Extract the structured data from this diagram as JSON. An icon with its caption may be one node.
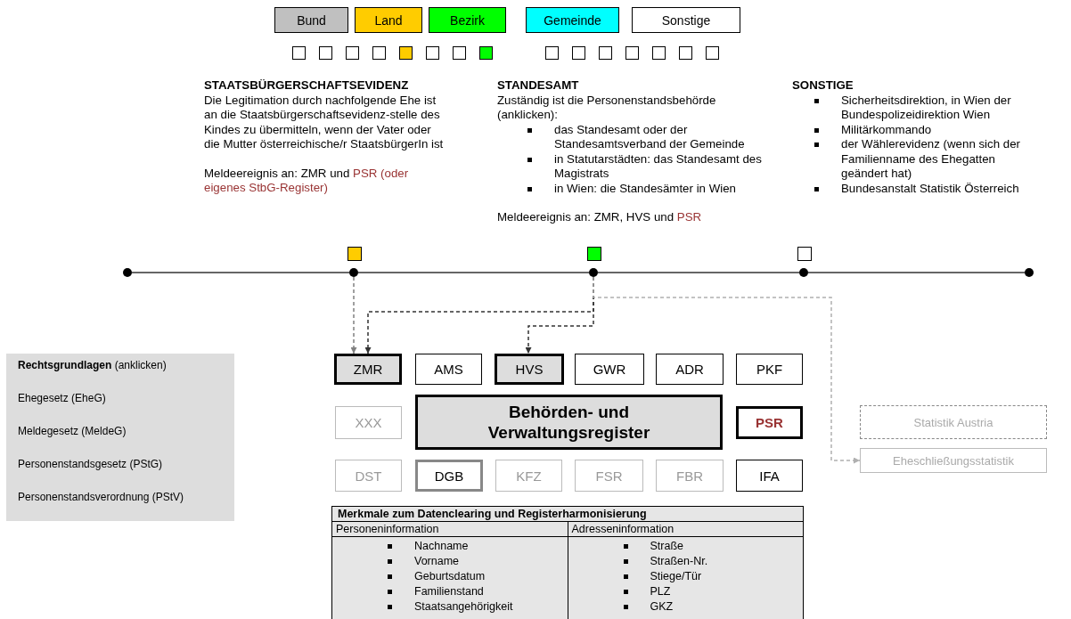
{
  "diagram": {
    "nodes": [
      {
        "text": [],
        "shape": "circle"
      },
      {
        "text": [],
        "shape": "circle"
      },
      {
        "text": [],
        "shape": "circle"
      },
      {
        "text": [],
        "shape": "circle"
      },
      {
        "text": [],
        "shape": "circle"
      },
      {
        "text": [
          "ZMR"
        ]
      },
      {
        "text": [
          "AMS"
        ]
      },
      {
        "text": [
          "HVS"
        ]
      },
      {
        "text": [
          "GWR"
        ]
      },
      {
        "text": [
          "ADR"
        ]
      },
      {
        "text": [
          "PKF"
        ]
      },
      {
        "text": [
          "XXX"
        ]
      },
      {
        "text": [
          "Behörden- und Verwaltungsregister"
        ]
      },
      {
        "text": [
          "PSR"
        ]
      },
      {
        "text": [
          "DST"
        ]
      },
      {
        "text": [
          "DGB"
        ]
      },
      {
        "text": [
          "KFZ"
        ]
      },
      {
        "text": [
          "FSR"
        ]
      },
      {
        "text": [
          "FBR"
        ]
      },
      {
        "text": [
          "IFA"
        ]
      },
      {
        "text": [
          "Statistik Austria"
        ]
      },
      {
        "text": [
          "Eheschließungsstatistik"
        ]
      },
      {
        "text": [
          "**Rechtsgrundlagen** (anklicken)",
          "Ehegesetz  (EheG)",
          "Meldegesetz  (MeldeG)",
          "Personenstandsgesetz (PStG)",
          "Personenstandsverordnung  (PStV)"
        ]
      }
    ],
    "edges": [
      {
        "from": 0,
        "to": 1,
        "arrow": "none"
      },
      {
        "from": 1,
        "to": 2,
        "arrow": "none"
      },
      {
        "from": 2,
        "to": 3,
        "arrow": "none"
      },
      {
        "from": 3,
        "to": 4,
        "arrow": "none"
      },
      {
        "from": 1,
        "to": 5,
        "arrow": "to",
        "style": "dashed",
        "color": "#808080"
      },
      {
        "from": 2,
        "to": 5,
        "arrow": "to",
        "style": "dashed"
      },
      {
        "from": 2,
        "to": 7,
        "arrow": "to",
        "style": "dashed"
      },
      {
        "from": 2,
        "to": 21,
        "arrow": "to",
        "style": "dashed",
        "color": "#b0b0b0"
      }
    ],
    "labels": [
      "STAATSBÜRGERSCHAFTSEVIDENZ",
      "Die Legitimation durch nachfolgende Ehe ist an die Staatsbürgerschaftsevidenz-stelle des Kindes zu übermitteln, wenn der Vater oder die Mutter österreichische/r StaatsbürgerIn ist",
      "Meldeereignis an:  ZMR und",
      "PSR (oder eigenes StbG-Register)",
      "STANDESAMT",
      "Zuständig ist die Personenstandsbehörde (anklicken):",
      "das Standesamt oder der Standesamtsverband der Gemeinde",
      "in Statutarstädten: das Standesamt des Magistrats",
      "in Wien: die Standesämter in Wien",
      "Meldeereignis an:  ZMR, HVS und",
      "PSR",
      "SONSTIGE",
      "Sicherheitsdirektion, in Wien der Bundespolizeidirektion Wien",
      "Militärkommando",
      "der Wählerevidenz (wenn sich der Familienname des Ehegatten geändert hat)",
      "Bundesanstalt Statistik Österreich",
      "Merkmale zum Datenclearing und Registerharmonisierung",
      "Personeninformation",
      "Adresseninformation",
      "Nachname",
      "Straße",
      "Vorname",
      "Straßen-Nr.",
      "Geburtsdatum",
      "Stiege/Tür",
      "Familienstand",
      "PLZ",
      "Staatsangehörigkeit",
      "GKZ"
    ],
    "legend": [
      {
        "text": "Bund",
        "color": "#c0c0c0"
      },
      {
        "text": "Land",
        "color": "#ffcc00"
      },
      {
        "text": "Bezirk",
        "color": "#00ff00"
      },
      {
        "text": "Gemeinde",
        "color": "#00ffff"
      },
      {
        "text": "Sonstige",
        "color": "#ffffff"
      }
    ]
  }
}
